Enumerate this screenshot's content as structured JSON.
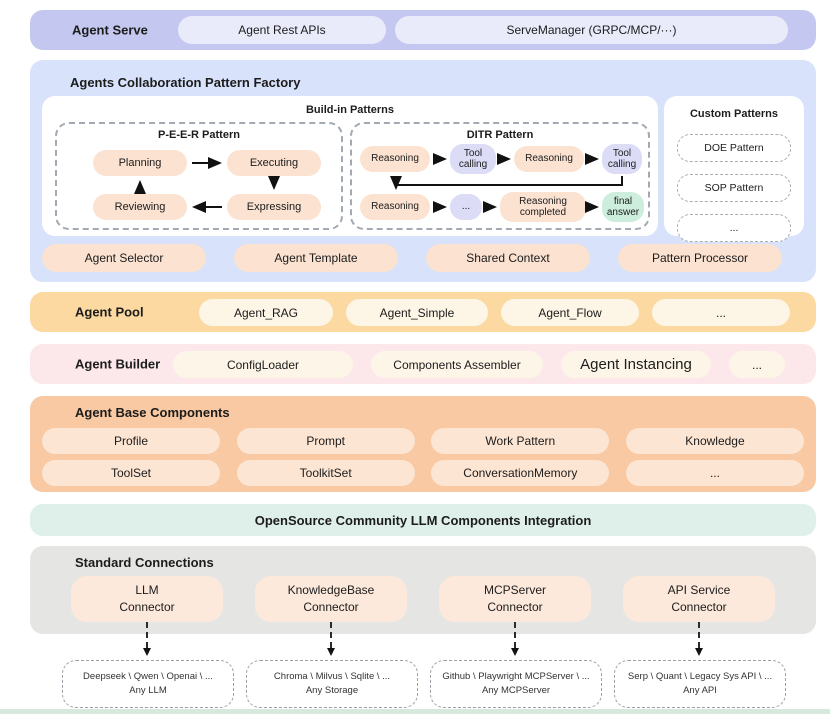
{
  "colors": {
    "serve_bar": "#c4c8f0",
    "factory_bg": "#d8e3fb",
    "peach_pill": "#fbe2d1",
    "lavender_pill": "#dcdcf6",
    "mint_pill": "#cdeedd",
    "pool_bg": "#fbd9a1",
    "builder_bg": "#fce7ea",
    "base_bg": "#f8c9a2",
    "oss_bg": "#dff0ea",
    "connections_bg": "#e5e6e4"
  },
  "serve": {
    "label": "Agent Serve",
    "api_pill": "Agent Rest APIs",
    "manager_pill": "ServeManager (GRPC/MCP/···)"
  },
  "factory": {
    "title": "Agents Collaboration Pattern Factory",
    "builtin": {
      "title": "Build-in Patterns",
      "peer": {
        "title": "P-E-E-R Pattern",
        "nodes": [
          "Planning",
          "Executing",
          "Reviewing",
          "Expressing"
        ]
      },
      "ditr": {
        "title": "DITR Pattern",
        "row1": [
          "Reasoning",
          "Tool calling",
          "Reasoning",
          "Tool calling"
        ],
        "row2": [
          "Reasoning",
          "...",
          "Reasoning completed",
          "final answer"
        ]
      }
    },
    "custom": {
      "title": "Custom Patterns",
      "items": [
        "DOE Pattern",
        "SOP Pattern",
        "..."
      ]
    },
    "bottom": [
      "Agent Selector",
      "Agent Template",
      "Shared Context",
      "Pattern Processor"
    ]
  },
  "pool": {
    "label": "Agent Pool",
    "pills": [
      "Agent_RAG",
      "Agent_Simple",
      "Agent_Flow",
      "..."
    ]
  },
  "builder": {
    "label": "Agent Builder",
    "pills": [
      "ConfigLoader",
      "Components Assembler",
      "Agent Instancing",
      "..."
    ]
  },
  "base": {
    "title": "Agent Base Components",
    "row1": [
      "Profile",
      "Prompt",
      "Work Pattern",
      "Knowledge"
    ],
    "row2": [
      "ToolSet",
      "ToolkitSet",
      "ConversationMemory",
      "..."
    ]
  },
  "oss": {
    "title": "OpenSource Community LLM Components Integration"
  },
  "connections": {
    "title": "Standard Connections",
    "connectors": [
      {
        "line1": "LLM",
        "line2": "Connector"
      },
      {
        "line1": "KnowledgeBase",
        "line2": "Connector"
      },
      {
        "line1": "MCPServer",
        "line2": "Connector"
      },
      {
        "line1": "API Service",
        "line2": "Connector"
      }
    ],
    "targets": [
      {
        "line1": "Deepseek \\ Qwen \\ Openai \\ ...",
        "line2": "Any LLM"
      },
      {
        "line1": "Chroma \\ Milvus \\ Sqlite \\ ...",
        "line2": "Any Storage"
      },
      {
        "line1": "Github \\ Playwright  MCPServer \\ ...",
        "line2": "Any MCPServer"
      },
      {
        "line1": "Serp \\ Quant \\ Legacy Sys API \\ ...",
        "line2": "Any API"
      }
    ]
  }
}
